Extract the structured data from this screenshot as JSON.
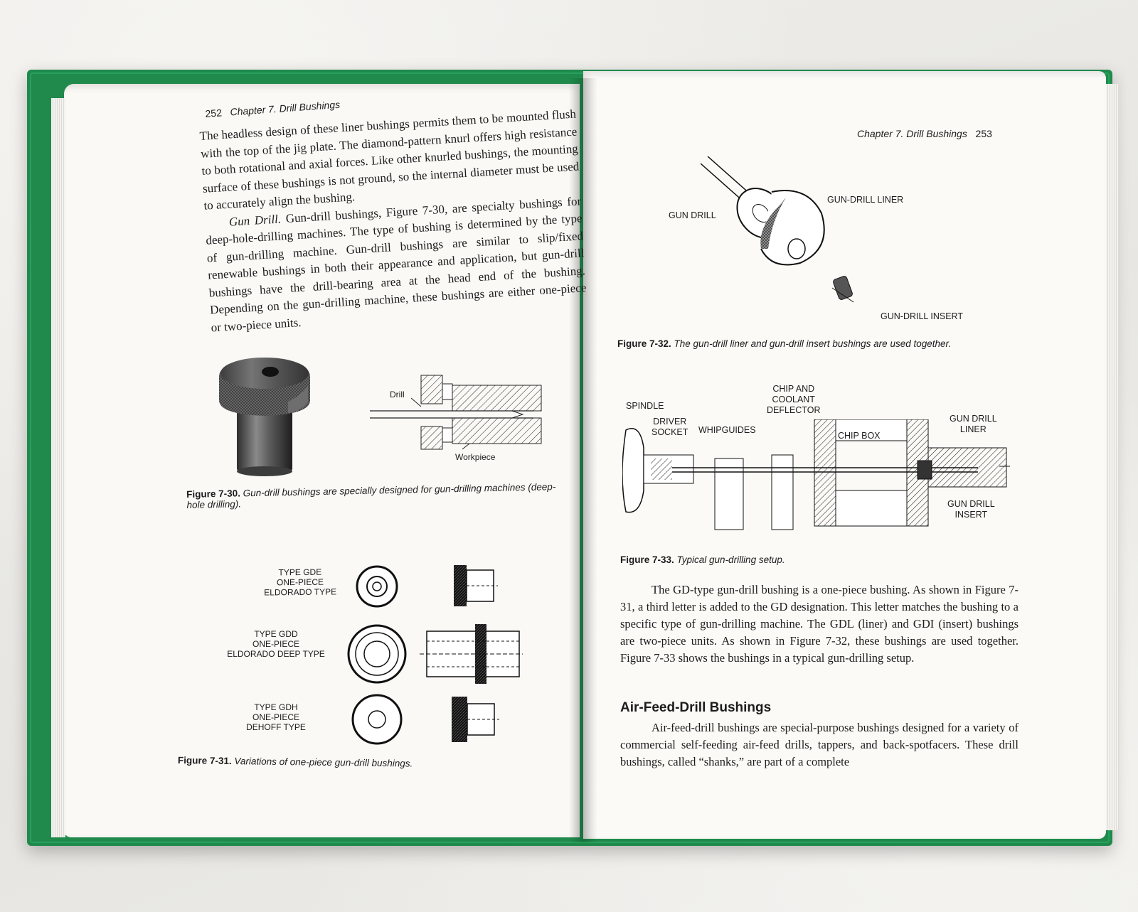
{
  "left_page": {
    "page_number": "252",
    "chapter_title": "Chapter 7. Drill Bushings",
    "paragraph_1": "The headless design of these liner bushings permits them to be mounted flush with the top of the jig plate. The diamond-pattern knurl offers high resistance to both rotational and axial forces. Like other knurled bushings, the mounting surface of these bushings is not ground, so the internal diameter must be used to accurately align the bushing.",
    "paragraph_2_lead": "Gun Drill.",
    "paragraph_2": " Gun-drill bushings, Figure 7-30, are specialty bushings for deep-hole-drilling machines. The type of bushing is determined by the type of gun-drilling machine. Gun-drill bushings are similar to slip/fixed renewable bushings in both their appearance and application, but gun-drill bushings have the drill-bearing area at the head end of the bushing. Depending on the gun-drilling machine, these bushings are either one-piece or two-piece units.",
    "figure_30": {
      "label_drill": "Drill",
      "label_workpiece": "Workpiece",
      "caption_number": "Figure 7-30.",
      "caption_text": " Gun-drill bushings are specially designed for gun-drilling machines (deep-hole drilling)."
    },
    "figure_31": {
      "types": [
        {
          "line1": "TYPE GDE",
          "line2": "ONE-PIECE",
          "line3": "ELDORADO TYPE"
        },
        {
          "line1": "TYPE GDD",
          "line2": "ONE-PIECE",
          "line3": "ELDORADO DEEP TYPE"
        },
        {
          "line1": "TYPE GDH",
          "line2": "ONE-PIECE",
          "line3": "DEHOFF TYPE"
        }
      ],
      "caption_number": "Figure 7-31.",
      "caption_text": " Variations of one-piece gun-drill bushings."
    }
  },
  "right_page": {
    "page_number": "253",
    "chapter_title": "Chapter 7. Drill Bushings",
    "figure_32": {
      "label_gun_drill": "GUN DRILL",
      "label_liner": "GUN-DRILL LINER",
      "label_insert": "GUN-DRILL INSERT",
      "caption_number": "Figure 7-32.",
      "caption_text": " The gun-drill liner and gun-drill insert bushings are used together."
    },
    "figure_33": {
      "label_spindle": "SPINDLE",
      "label_driver_1": "DRIVER",
      "label_driver_2": "SOCKET",
      "label_whipguides": "WHIPGUIDES",
      "label_chip_1": "CHIP AND",
      "label_chip_2": "COOLANT",
      "label_chip_3": "DEFLECTOR",
      "label_chipbox": "CHIP BOX",
      "label_liner_1": "GUN DRILL",
      "label_liner_2": "LINER",
      "label_insert_1": "GUN DRILL",
      "label_insert_2": "INSERT",
      "caption_number": "Figure 7-33.",
      "caption_text": " Typical gun-drilling setup."
    },
    "paragraph_1": "The GD-type gun-drill bushing is a one-piece bushing. As shown in Figure 7-31, a third letter is added to the GD designation. This letter matches the bushing to a specific type of gun-drilling machine. The GDL (liner) and GDI (insert) bushings are two-piece units. As shown in Figure 7-32, these bushings are used together. Figure 7-33 shows the bushings in a typical gun-drilling setup.",
    "section_heading": "Air-Feed-Drill Bushings",
    "paragraph_2": "Air-feed-drill bushings are special-purpose bushings designed for a variety of commercial self-feeding air-feed drills, tappers, and back-spotfacers. These drill bushings, called “shanks,” are part of a complete"
  }
}
